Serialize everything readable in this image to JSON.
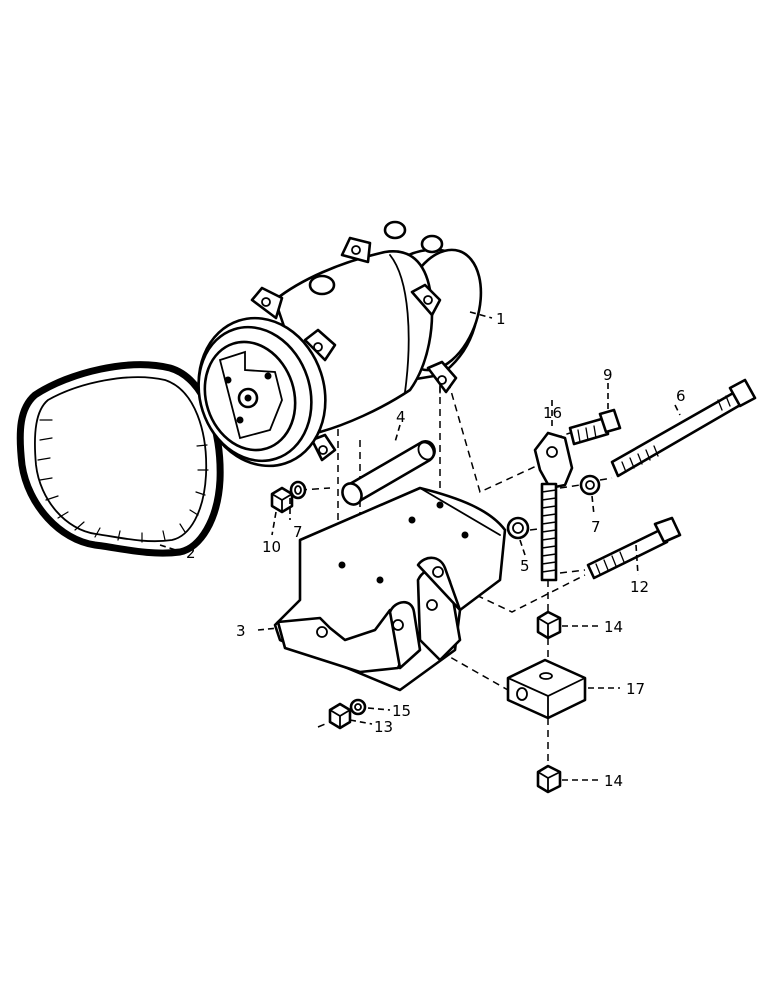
{
  "callouts": [
    {
      "id": "1",
      "text": "1"
    },
    {
      "id": "2",
      "text": "2"
    },
    {
      "id": "3",
      "text": "3"
    },
    {
      "id": "4",
      "text": "4"
    },
    {
      "id": "5",
      "text": "5"
    },
    {
      "id": "6",
      "text": "6"
    },
    {
      "id": "7a",
      "text": "7"
    },
    {
      "id": "7b",
      "text": "7"
    },
    {
      "id": "9",
      "text": "9"
    },
    {
      "id": "10",
      "text": "10"
    },
    {
      "id": "12",
      "text": "12"
    },
    {
      "id": "13",
      "text": "13"
    },
    {
      "id": "14a",
      "text": "14"
    },
    {
      "id": "14b",
      "text": "14"
    },
    {
      "id": "15",
      "text": "15"
    },
    {
      "id": "16",
      "text": "16"
    },
    {
      "id": "17",
      "text": "17"
    }
  ]
}
